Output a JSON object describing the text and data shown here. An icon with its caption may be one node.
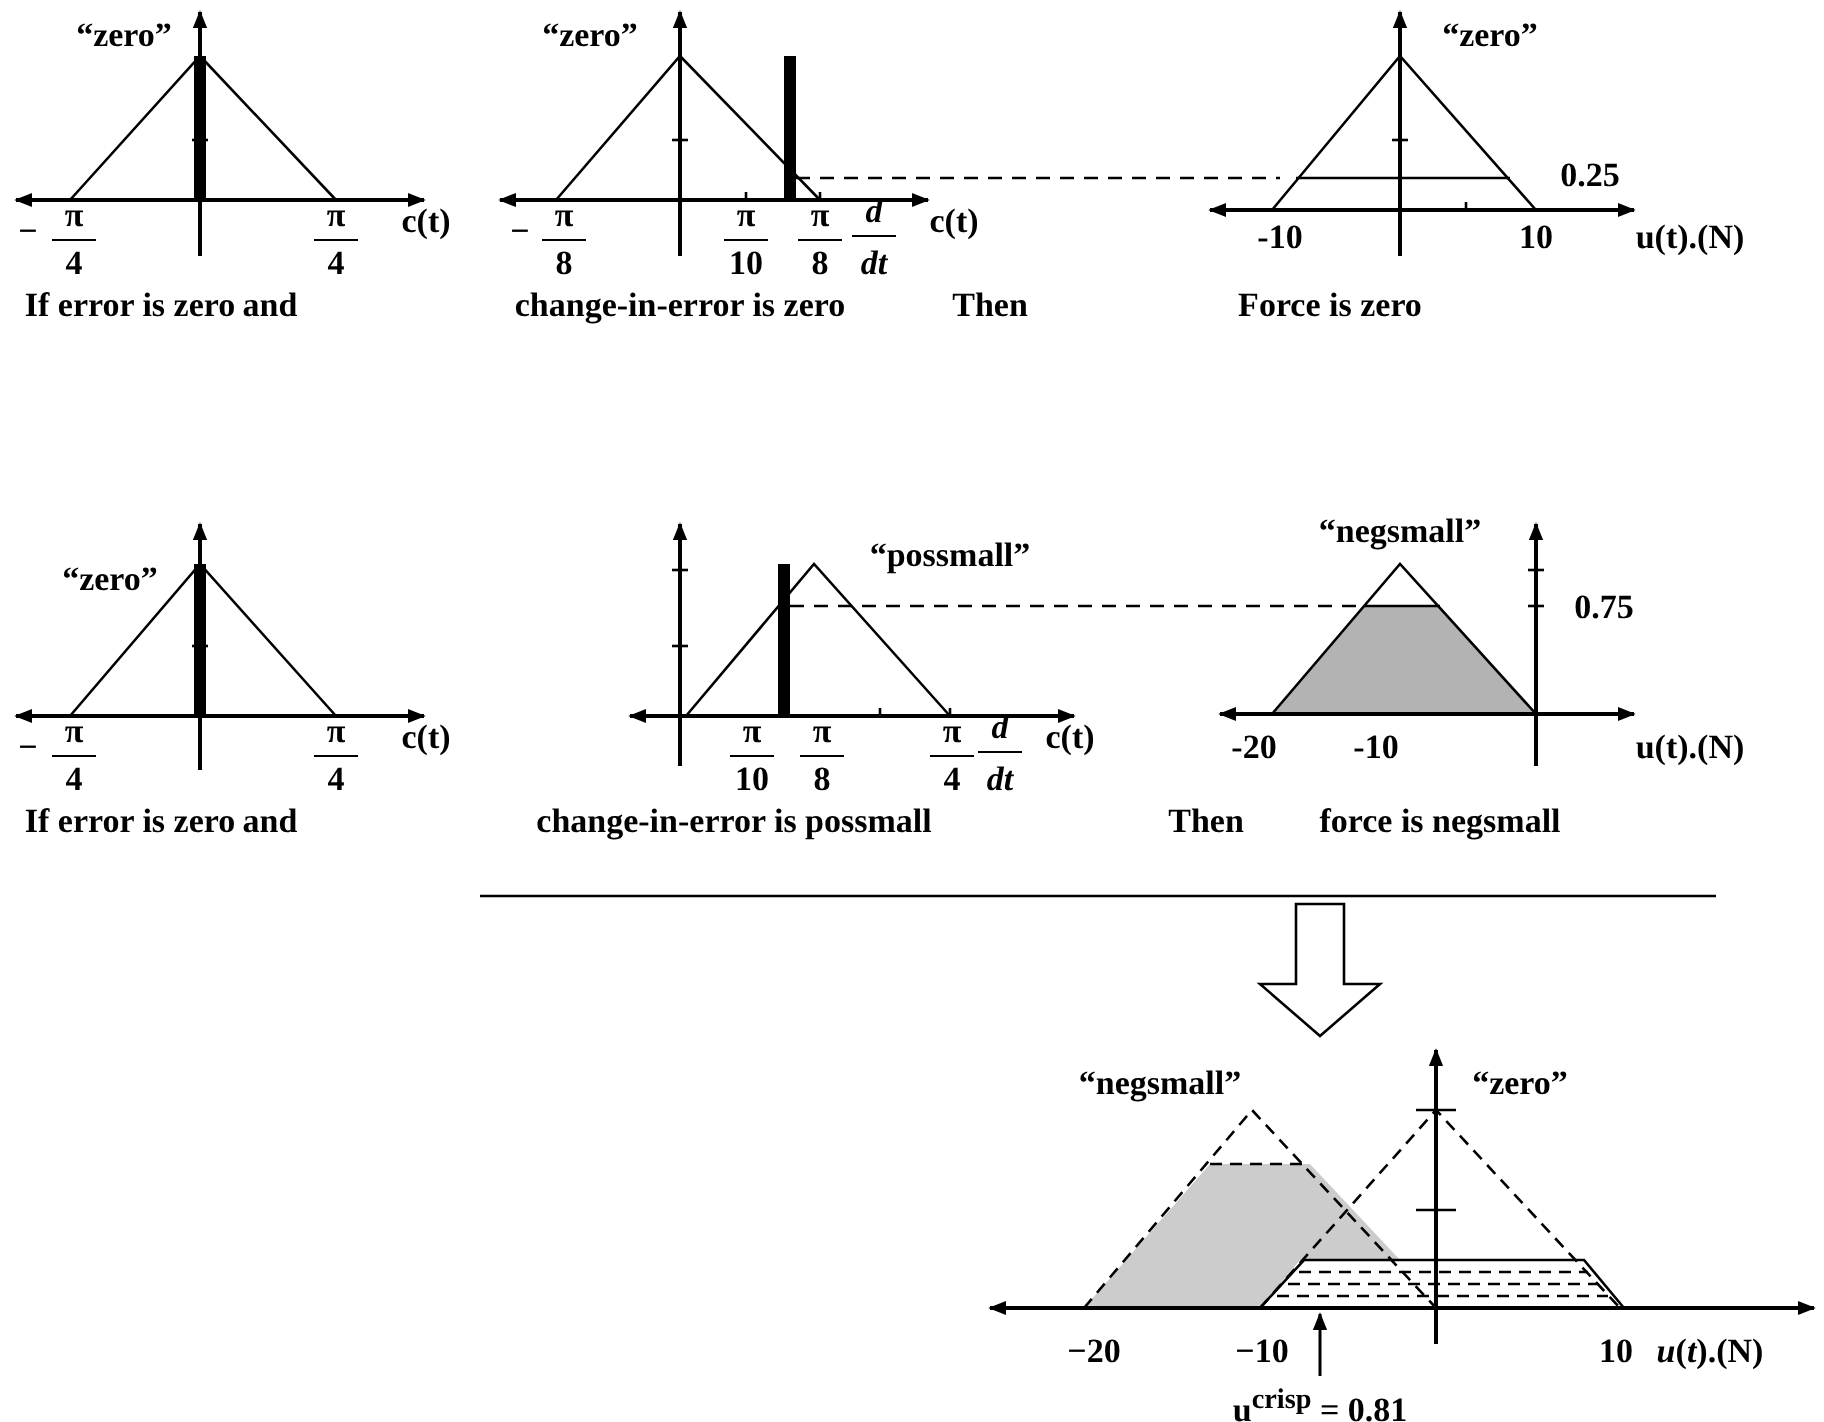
{
  "diagram": {
    "nodes": [
      {
        "text": [],
        "shape": "picture"
      },
      {
        "text": [
          "u$^{crisp}$ = 0.81"
        ]
      }
    ],
    "edges": [
      {
        "from": 1,
        "to": 0,
        "arrow": "to"
      }
    ],
    "labels": [
      "“zero”",
      "−",
      "π",
      "4",
      "π",
      "4",
      "c(t)",
      "“zero”",
      "−",
      "π",
      "8",
      "π",
      "10",
      "π",
      "8",
      "d",
      "dt",
      "c(t)",
      "“zero”",
      "0.25",
      "-10",
      "10",
      "u(t).(N)",
      "If error is zero",
      "and",
      "change-in-error is zero",
      "Then",
      "Force is zero",
      "“zero”",
      "−",
      "π",
      "4",
      "π",
      "4",
      "c(t)",
      "“possmall”",
      "π",
      "10",
      "π",
      "8",
      "π",
      "4",
      "d",
      "dt",
      "c(t)",
      "“negsmall”",
      "0.75",
      "-20",
      "-10",
      "u(t).(N)",
      "If error is zero",
      "and",
      "change-in-error is possmall",
      "Then",
      "force is negsmall",
      "“negsmall”",
      "“zero”",
      "−20",
      "−10",
      "10",
      "*u*(*t*).(N)"
    ]
  }
}
